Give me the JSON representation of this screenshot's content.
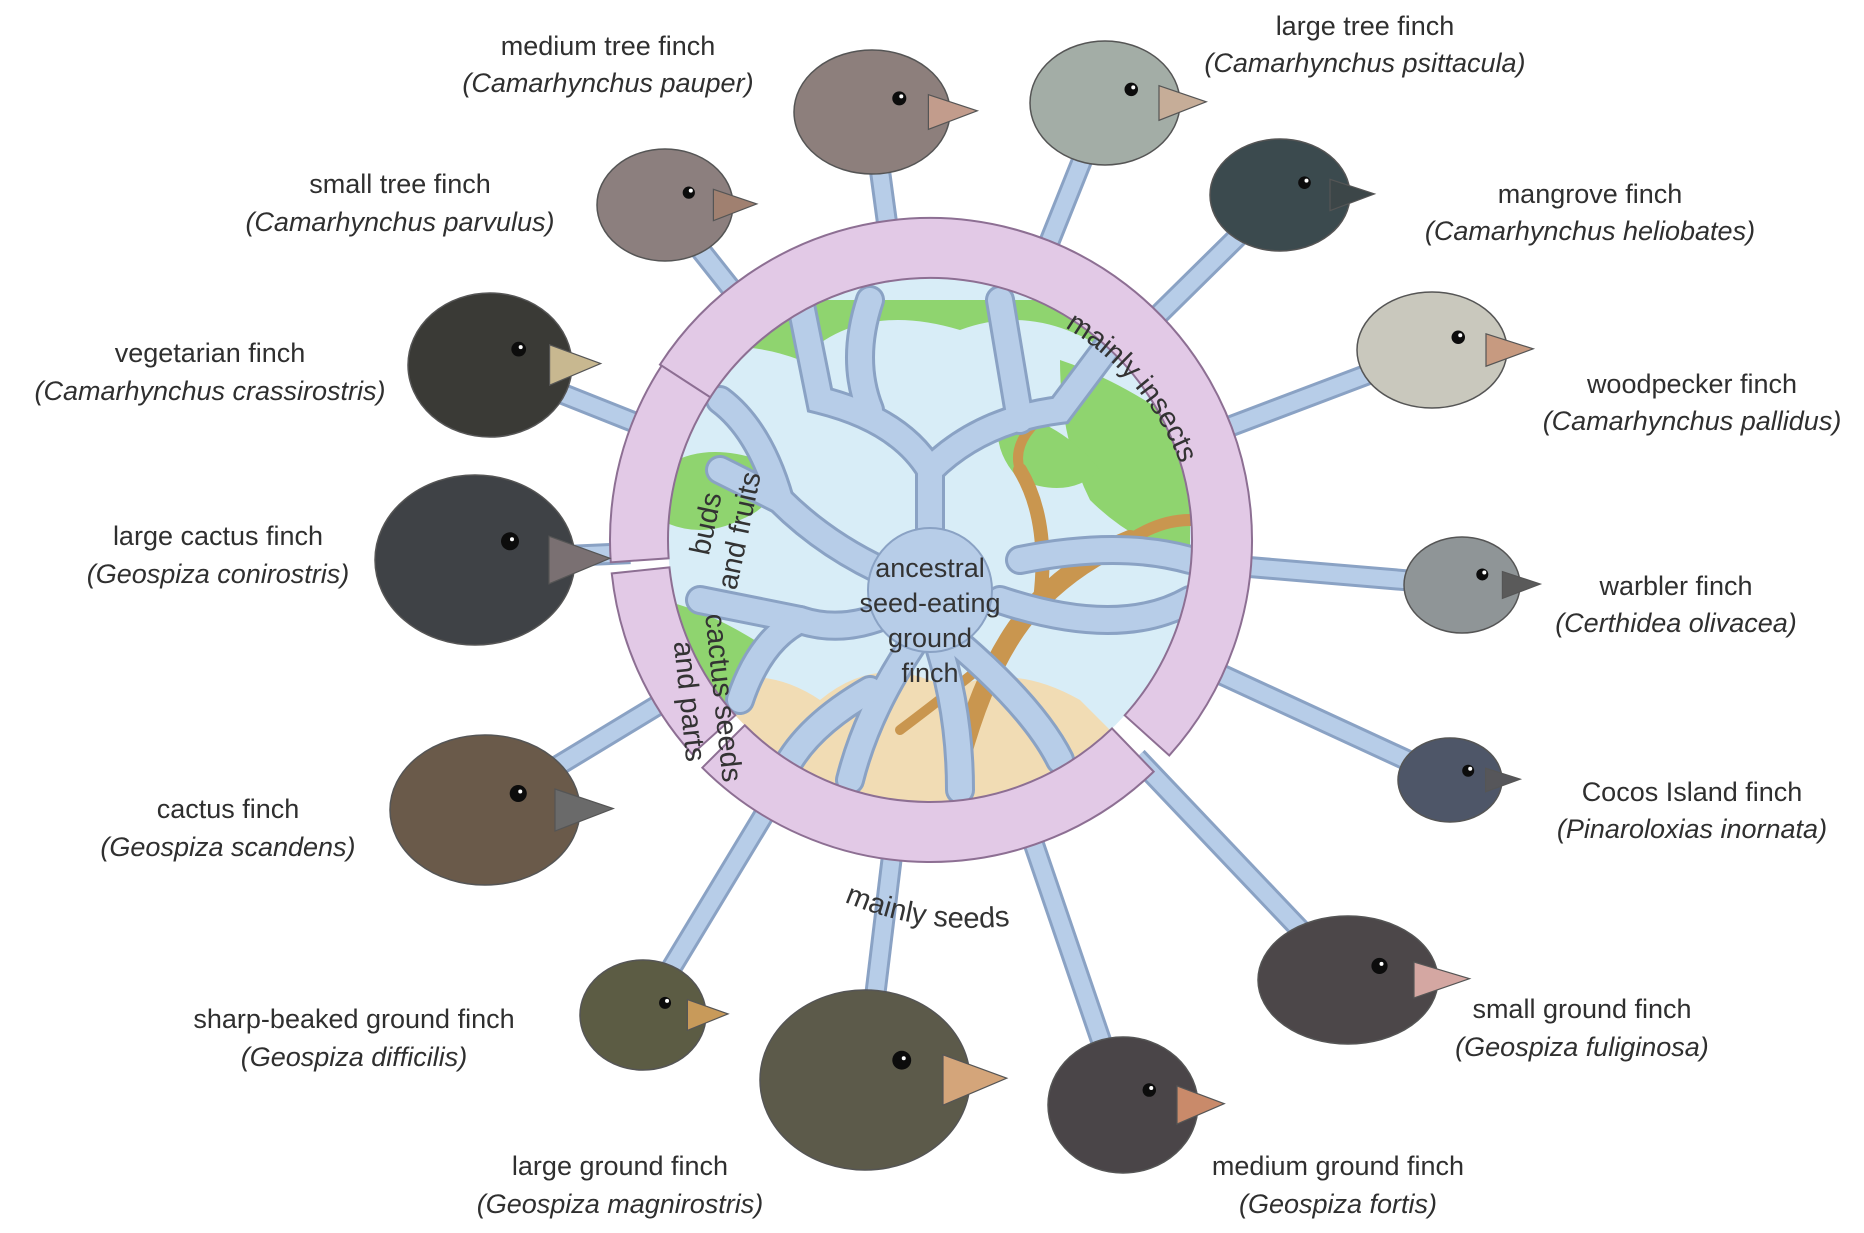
{
  "center": {
    "lines": [
      "ancestral",
      "seed-eating",
      "ground",
      "finch"
    ]
  },
  "diet_groups": {
    "insects": "mainly insects",
    "buds": [
      "buds",
      "and fruits"
    ],
    "cactus": [
      "cactus seeds",
      "and parts"
    ],
    "seeds": "mainly seeds"
  },
  "finches": [
    {
      "common": "medium tree finch",
      "scientific": "(Camarhynchus pauper)",
      "color": "#8d7f7c"
    },
    {
      "common": "large tree finch",
      "scientific": "(Camarhynchus psittacula)",
      "color": "#a3ada6"
    },
    {
      "common": "mangrove finch",
      "scientific": "(Camarhynchus heliobates)",
      "color": "#3b4a4e"
    },
    {
      "common": "woodpecker finch",
      "scientific": "(Camarhynchus pallidus)",
      "color": "#c9c8bd"
    },
    {
      "common": "warbler finch",
      "scientific": "(Certhidea olivacea)",
      "color": "#8f9597"
    },
    {
      "common": "Cocos Island finch",
      "scientific": "(Pinaroloxias inornata)",
      "color": "#4e5668"
    },
    {
      "common": "small ground finch",
      "scientific": "(Geospiza fuliginosa)",
      "color": "#4c4749"
    },
    {
      "common": "medium ground finch",
      "scientific": "(Geospiza fortis)",
      "color": "#4a4548"
    },
    {
      "common": "large ground finch",
      "scientific": "(Geospiza magnirostris)",
      "color": "#5c5a4a"
    },
    {
      "common": "sharp-beaked ground finch",
      "scientific": "(Geospiza difficilis)",
      "color": "#5c5c44"
    },
    {
      "common": "cactus finch",
      "scientific": "(Geospiza scandens)",
      "color": "#6a5a4a"
    },
    {
      "common": "large cactus finch",
      "scientific": "(Geospiza conirostris)",
      "color": "#3f4246"
    },
    {
      "common": "vegetarian finch",
      "scientific": "(Camarhynchus crassirostris)",
      "color": "#3a3a36"
    },
    {
      "common": "small tree finch",
      "scientific": "(Camarhynchus parvulus)",
      "color": "#8c7f7e"
    }
  ],
  "colors": {
    "ring": "#e2c9e6",
    "ring_stroke": "#8d6f93",
    "branch": "#b7cde8",
    "branch_stroke": "#8aa2c4",
    "sky": "#d8edf7",
    "foliage": "#8fd46f",
    "trunk": "#c9964f",
    "sand": "#f1dcb4"
  }
}
